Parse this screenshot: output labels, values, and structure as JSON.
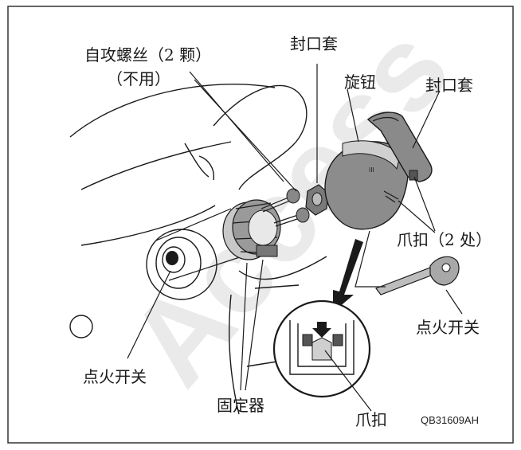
{
  "labels": {
    "self_tapping_screw": "自攻螺丝（2 颗）",
    "not_used": "（不用）",
    "cap_top": "封口套",
    "knob": "旋钮",
    "cap_right": "封口套",
    "claw_two": "爪扣（2 处）",
    "ignition_switch_left": "点火开关",
    "ignition_switch_key": "点火开关",
    "fixture": "固定器",
    "claw_detail": "爪扣"
  },
  "figure_code": "QB31609AH",
  "watermark": "Access"
}
